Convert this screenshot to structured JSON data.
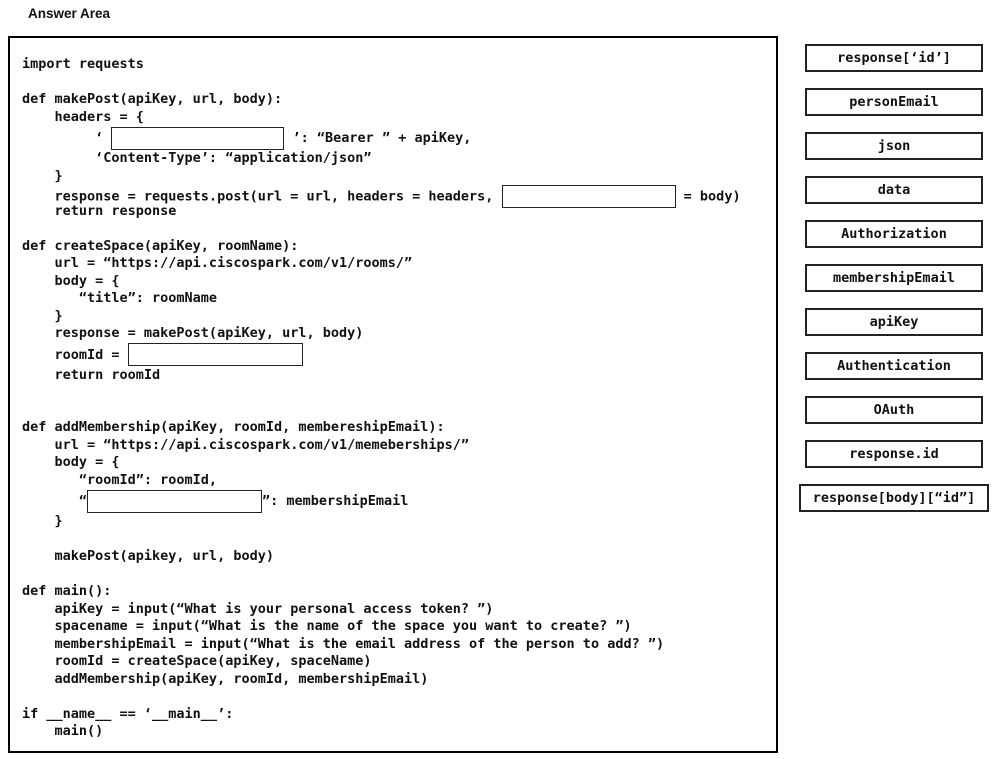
{
  "page": {
    "title": "Answer Area"
  },
  "code_panel": {
    "lines": [
      {
        "segments": [
          {
            "text": "import requests"
          }
        ]
      },
      {
        "segments": [
          {
            "text": ""
          }
        ]
      },
      {
        "segments": [
          {
            "text": "def makePost(apiKey, url, body):"
          }
        ]
      },
      {
        "segments": [
          {
            "text": "    headers = {"
          }
        ]
      },
      {
        "tall": true,
        "segments": [
          {
            "text": "         ‘ "
          },
          {
            "blank": "authorization-header-key",
            "width": 173
          },
          {
            "text": " ’: “Bearer ” + apiKey,"
          }
        ]
      },
      {
        "segments": [
          {
            "text": "         ‘Content-Type’: “application/json”"
          }
        ]
      },
      {
        "segments": [
          {
            "text": "    }"
          }
        ]
      },
      {
        "segments": [
          {
            "text": "    response = requests.post(url = url, headers = headers, "
          },
          {
            "blank": "post-body-param",
            "width": 174
          },
          {
            "text": " = body)"
          }
        ]
      },
      {
        "segments": [
          {
            "text": "    return response"
          }
        ]
      },
      {
        "segments": [
          {
            "text": ""
          }
        ]
      },
      {
        "segments": [
          {
            "text": "def createSpace(apiKey, roomName):"
          }
        ]
      },
      {
        "segments": [
          {
            "text": "    url = “https://api.ciscospark.com/v1/rooms/”"
          }
        ]
      },
      {
        "segments": [
          {
            "text": "    body = {"
          }
        ]
      },
      {
        "segments": [
          {
            "text": "       “title”: roomName"
          }
        ]
      },
      {
        "segments": [
          {
            "text": "    }"
          }
        ]
      },
      {
        "segments": [
          {
            "text": "    response = makePost(apiKey, url, body)"
          }
        ]
      },
      {
        "tall": true,
        "segments": [
          {
            "text": "    roomId = "
          },
          {
            "blank": "room-id-value",
            "width": 175
          }
        ]
      },
      {
        "segments": [
          {
            "text": "    return roomId"
          }
        ]
      },
      {
        "segments": [
          {
            "text": ""
          }
        ]
      },
      {
        "segments": [
          {
            "text": ""
          }
        ]
      },
      {
        "segments": [
          {
            "text": "def addMembership(apiKey, roomId, membereshipEmail):"
          }
        ]
      },
      {
        "segments": [
          {
            "text": "    url = “https://api.ciscospark.com/v1/memeberships/”"
          }
        ]
      },
      {
        "segments": [
          {
            "text": "    body = {"
          }
        ]
      },
      {
        "segments": [
          {
            "text": "       “roomId”: roomId,"
          }
        ]
      },
      {
        "tall": true,
        "segments": [
          {
            "text": "       “"
          },
          {
            "blank": "person-email-key",
            "width": 175
          },
          {
            "text": "”: membershipEmail"
          }
        ]
      },
      {
        "segments": [
          {
            "text": "    }"
          }
        ]
      },
      {
        "segments": [
          {
            "text": ""
          }
        ]
      },
      {
        "segments": [
          {
            "text": "    makePost(apikey, url, body)"
          }
        ]
      },
      {
        "segments": [
          {
            "text": ""
          }
        ]
      },
      {
        "segments": [
          {
            "text": "def main():"
          }
        ]
      },
      {
        "segments": [
          {
            "text": "    apiKey = input(“What is your personal access token? ”)"
          }
        ]
      },
      {
        "segments": [
          {
            "text": "    spacename = input(“What is the name of the space you want to create? ”)"
          }
        ]
      },
      {
        "segments": [
          {
            "text": "    membershipEmail = input(“What is the email address of the person to add? ”)"
          }
        ]
      },
      {
        "segments": [
          {
            "text": "    roomId = createSpace(apiKey, spaceName)"
          }
        ]
      },
      {
        "segments": [
          {
            "text": "    addMembership(apiKey, roomId, membershipEmail)"
          }
        ]
      },
      {
        "segments": [
          {
            "text": ""
          }
        ]
      },
      {
        "segments": [
          {
            "text": "if __name__ == ‘__main__’:"
          }
        ]
      },
      {
        "segments": [
          {
            "text": "    main()"
          }
        ]
      }
    ]
  },
  "options": [
    {
      "id": "response-id-brackets",
      "label": "response[‘id’]"
    },
    {
      "id": "person-email",
      "label": "personEmail"
    },
    {
      "id": "json",
      "label": "json"
    },
    {
      "id": "data",
      "label": "data"
    },
    {
      "id": "authorization",
      "label": "Authorization"
    },
    {
      "id": "membership-email",
      "label": "membershipEmail"
    },
    {
      "id": "api-key",
      "label": "apiKey"
    },
    {
      "id": "authentication",
      "label": "Authentication"
    },
    {
      "id": "oauth",
      "label": "OAuth"
    },
    {
      "id": "response-dot-id",
      "label": "response.id"
    },
    {
      "id": "response-body-id",
      "label": "response[body][“id”]",
      "wide": true
    }
  ]
}
